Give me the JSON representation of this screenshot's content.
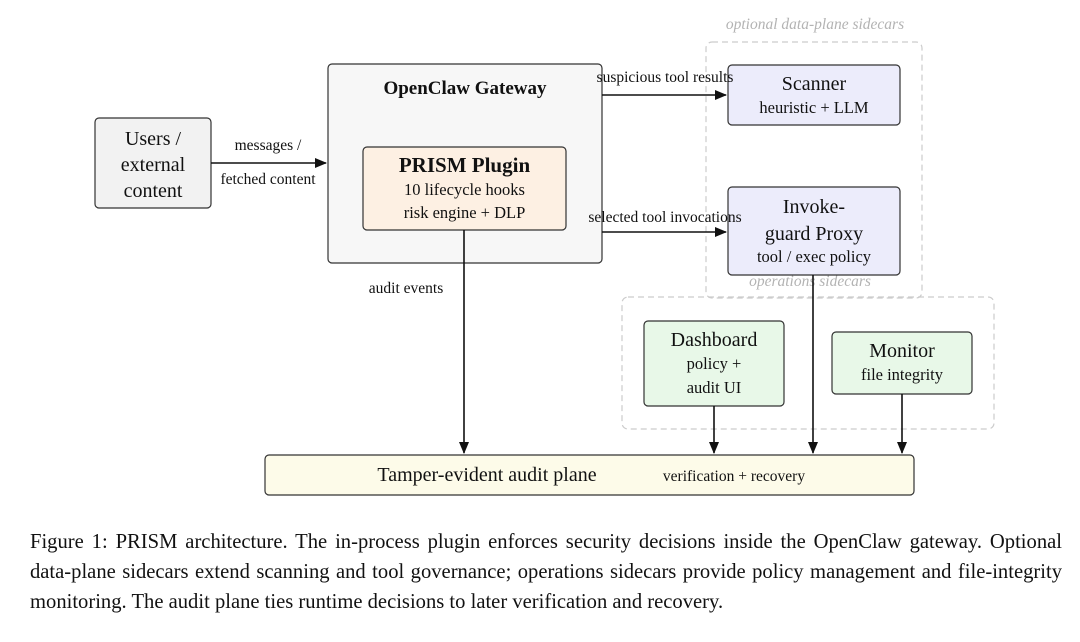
{
  "groups": {
    "data_plane": "optional data-plane sidecars",
    "operations": "operations sidecars"
  },
  "nodes": {
    "users": {
      "line1": "Users /",
      "line2": "external",
      "line3": "content"
    },
    "gateway": {
      "title": "OpenClaw Gateway"
    },
    "plugin": {
      "title": "PRISM Plugin",
      "line1": "10 lifecycle hooks",
      "line2": "risk engine + DLP"
    },
    "scanner": {
      "title": "Scanner",
      "sub": "heuristic + LLM"
    },
    "proxy": {
      "line1": "Invoke-",
      "line2": "guard Proxy",
      "sub": "tool / exec policy"
    },
    "dashboard": {
      "title": "Dashboard",
      "line1": "policy +",
      "line2": "audit UI"
    },
    "monitor": {
      "title": "Monitor",
      "sub": "file integrity"
    },
    "audit": {
      "title": "Tamper-evident audit plane",
      "sub": "verification + recovery"
    }
  },
  "edges": {
    "messages_1": "messages /",
    "messages_2": "fetched content",
    "suspicious": "suspicious tool results",
    "selected": "selected tool invocations",
    "audit_events": "audit events"
  },
  "caption": "Figure 1: PRISM architecture. The in-process plugin enforces security decisions inside the OpenClaw gateway. Optional data-plane sidecars extend scanning and tool governance; operations sidecars provide policy management and file-integrity monitoring. The audit plane ties runtime decisions to later verification and recovery.",
  "colors": {
    "gateway_fill": "#f7f7f7",
    "users_fill": "#f2f2f2",
    "plugin_fill": "#fdf0e3",
    "sidecar_fill": "#ececfb",
    "ops_fill": "#e8f8e8",
    "audit_fill": "#fdfbe9",
    "group_stroke": "#cccccc",
    "box_stroke": "#333333"
  }
}
